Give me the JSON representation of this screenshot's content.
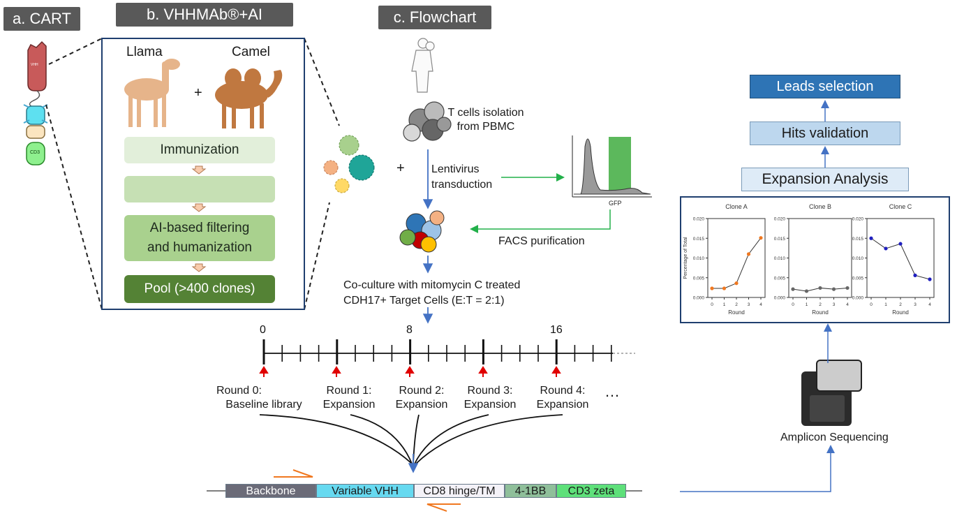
{
  "panels": {
    "a": "a. CART",
    "b": "b. VHHMAb®+AI",
    "c": "c. Flowchart"
  },
  "cart": {
    "vhh": "VHH",
    "cd3": "CD3"
  },
  "animals": {
    "left": "Llama",
    "right": "Camel",
    "plus": "+"
  },
  "steps": {
    "immunization": "Immunization",
    "blank": "",
    "filtering_line1": "AI-based filtering",
    "filtering_line2": "and humanization",
    "pool": "Pool (>400 clones)"
  },
  "flow": {
    "tcells_line1": "T cells isolation",
    "tcells_line2": "from PBMC",
    "plus": "+",
    "lenti_line1": "Lentivirus",
    "lenti_line2": "transduction",
    "gfp": "GFP",
    "facs": "FACS purification",
    "coculture_line1": "Co-culture with mitomycin C treated",
    "coculture_line2": "CDH17+ Target Cells (E:T = 2:1)"
  },
  "timeline": {
    "ticks": [
      "0",
      "8",
      "16"
    ],
    "rounds": [
      {
        "line1": "Round 0:",
        "line2": "Baseline library"
      },
      {
        "line1": "Round 1:",
        "line2": "Expansion"
      },
      {
        "line1": "Round 2:",
        "line2": "Expansion"
      },
      {
        "line1": "Round 3:",
        "line2": "Expansion"
      },
      {
        "line1": "Round 4:",
        "line2": "Expansion"
      }
    ],
    "ellipsis": "…"
  },
  "construct": [
    {
      "label": "Backbone",
      "color": "#6b6b78"
    },
    {
      "label": "Variable VHH",
      "color": "#66d9f0"
    },
    {
      "label": "CD8 hinge/TM",
      "color": "#f4f2f8"
    },
    {
      "label": "4-1BB",
      "color": "#8fbf9a"
    },
    {
      "label": "CD3 zeta",
      "color": "#5ee07a"
    }
  ],
  "pipeline": {
    "leads": "Leads selection",
    "hits": "Hits validation",
    "expansion": "Expansion Analysis",
    "sequencing": "Amplicon Sequencing"
  },
  "colors": {
    "leads": "#2e74b5",
    "hits": "#bdd7ee",
    "expansion": "#deebf7",
    "accent_green": "#22b04a",
    "arrow_blue": "#4472c4",
    "arrow_red": "#e00000",
    "primer": "#f07820"
  },
  "chart_data": [
    {
      "type": "line",
      "title": "Clone A",
      "x": [
        0,
        1,
        2,
        3,
        4
      ],
      "values": [
        0.0023,
        0.0023,
        0.0036,
        0.011,
        0.0151
      ],
      "xlabel": "Round",
      "ylabel": "Percentage of Total",
      "ylim": [
        0,
        0.02
      ],
      "yticks": [
        "0.000",
        "0.005",
        "0.010",
        "0.015",
        "0.020"
      ],
      "color": "#f07820"
    },
    {
      "type": "line",
      "title": "Clone B",
      "x": [
        0,
        1,
        2,
        3,
        4
      ],
      "values": [
        0.0021,
        0.0016,
        0.0024,
        0.0021,
        0.0024
      ],
      "xlabel": "Round",
      "ylabel": "",
      "ylim": [
        0,
        0.02
      ],
      "yticks": [
        "0.000",
        "0.005",
        "0.010",
        "0.015",
        "0.020"
      ],
      "color": "#666666"
    },
    {
      "type": "line",
      "title": "Clone C",
      "x": [
        0,
        1,
        2,
        3,
        4
      ],
      "values": [
        0.015,
        0.0124,
        0.0136,
        0.0056,
        0.0046
      ],
      "xlabel": "Round",
      "ylabel": "",
      "ylim": [
        0,
        0.02
      ],
      "yticks": [
        "0.000",
        "0.005",
        "0.010",
        "0.015",
        "0.020"
      ],
      "color": "#1f1fbf"
    }
  ]
}
